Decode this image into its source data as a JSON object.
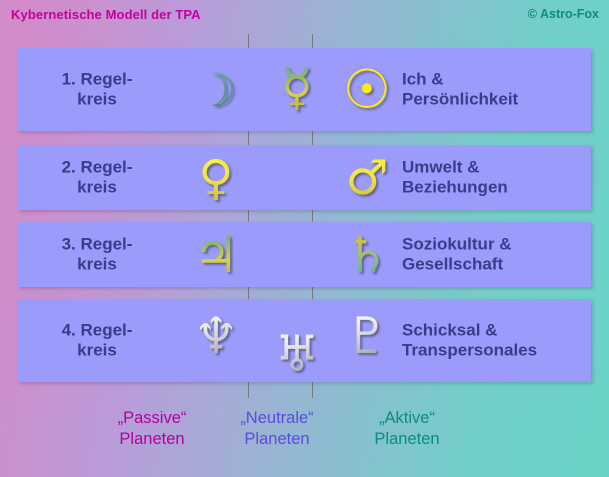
{
  "header": {
    "title": "Kybernetische Modell der TPA",
    "copyright": "© Astro-Fox",
    "title_color": "#c4009c",
    "copyright_color": "#0f8c82"
  },
  "panel_color": "#9b9bfb",
  "text_color": "#3b3b8c",
  "rows": [
    {
      "index": "1",
      "label_line1": "1. Regel-",
      "label_line2": "kreis",
      "desc_line1": "Ich &",
      "desc_line2": "Persönlichkeit",
      "passive_symbol": "☽",
      "passive_name": "moon",
      "neutral_symbol": "☿",
      "neutral_name": "mercury",
      "active_symbol": "☉",
      "active_name": "sun"
    },
    {
      "index": "2",
      "label_line1": "2. Regel-",
      "label_line2": "kreis",
      "desc_line1": "Umwelt &",
      "desc_line2": "Beziehungen",
      "passive_symbol": "♀",
      "passive_name": "venus",
      "neutral_symbol": "",
      "neutral_name": "none",
      "active_symbol": "♂",
      "active_name": "mars"
    },
    {
      "index": "3",
      "label_line1": "3. Regel-",
      "label_line2": "kreis",
      "desc_line1": "Soziokultur &",
      "desc_line2": "Gesellschaft",
      "passive_symbol": "♃",
      "passive_name": "jupiter",
      "neutral_symbol": "",
      "neutral_name": "none",
      "active_symbol": "♄",
      "active_name": "saturn"
    },
    {
      "index": "4",
      "label_line1": "4. Regel-",
      "label_line2": "kreis",
      "desc_line1": "Schicksal &",
      "desc_line2": "Transpersonales",
      "passive_symbol": "♆",
      "passive_name": "neptune",
      "neutral_symbol": "♅",
      "neutral_name": "uranus",
      "active_symbol": "♇",
      "active_name": "pluto"
    }
  ],
  "legend": {
    "passive_line1": "„Passive“",
    "passive_line2": "Planeten",
    "passive_color": "#b3009c",
    "neutral_line1": "„Neutrale“",
    "neutral_line2": "Planeten",
    "neutral_color": "#5b4be0",
    "active_line1": "„Aktive“",
    "active_line2": "Planeten",
    "active_color": "#0e8a83"
  }
}
